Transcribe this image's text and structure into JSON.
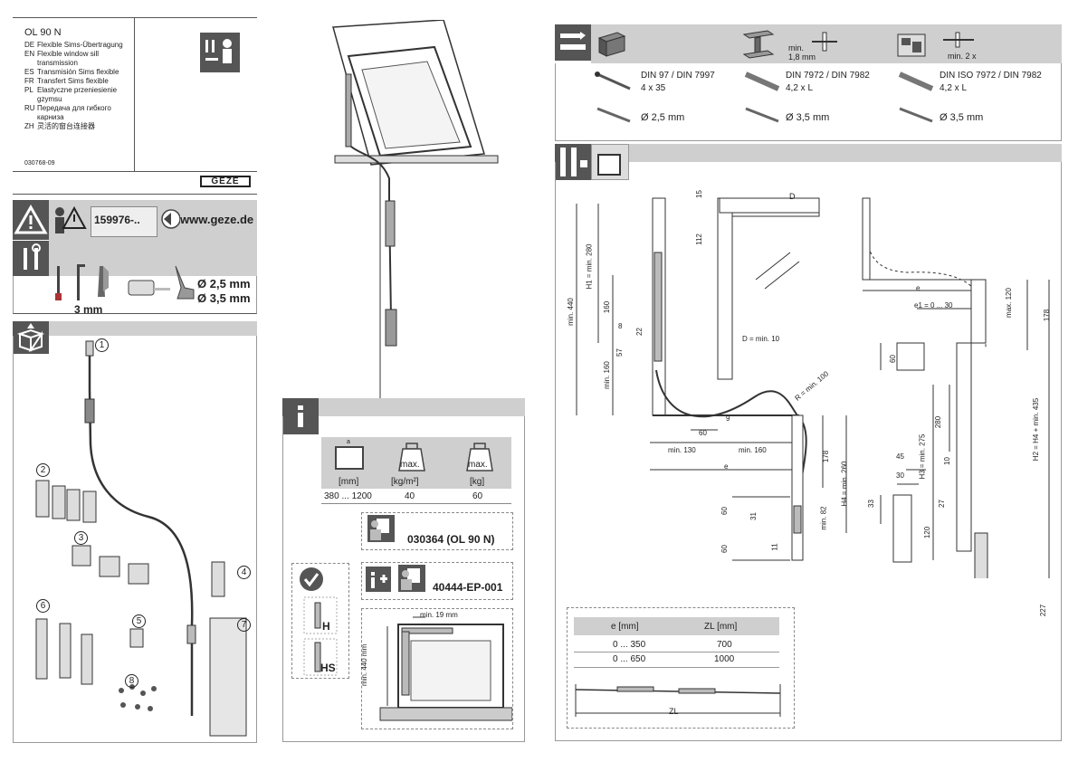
{
  "header": {
    "product": "OL 90 N",
    "languages": [
      {
        "code": "DE",
        "text": "Flexible Sims-Übertragung"
      },
      {
        "code": "EN",
        "text": "Flexible window sill"
      },
      {
        "code": "",
        "text": "transmission"
      },
      {
        "code": "ES",
        "text": "Transmisión Sims flexible"
      },
      {
        "code": "FR",
        "text": "Transfert Sims flexible"
      },
      {
        "code": "PL",
        "text": "Elastyczne przeniesienie"
      },
      {
        "code": "",
        "text": "gzymsu"
      },
      {
        "code": "RU",
        "text": "Передача для гибкого"
      },
      {
        "code": "",
        "text": "карниза"
      },
      {
        "code": "ZH",
        "text": "灵活的窗台连接器"
      }
    ],
    "doc_number": "030768-09",
    "brand": "GEZE"
  },
  "safety": {
    "doc_ref": "159976-..",
    "website": "www.geze.de",
    "tool_size": "3 mm",
    "drill1": "Ø 2,5 mm",
    "drill2": "Ø 3,5 mm"
  },
  "parts": [
    "1",
    "2",
    "3",
    "4",
    "5",
    "6",
    "7",
    "8"
  ],
  "info": {
    "col_a": "a",
    "max1": "max.",
    "max2": "max.",
    "unit_mm": "[mm]",
    "unit_kgm2": "[kg/m²]",
    "unit_kg": "[kg]",
    "val_mm": "380 ... 1200",
    "val_kgm2": "40",
    "val_kg": "60",
    "ref1": "030364 (OL 90 N)",
    "ref2": "40444-EP-001",
    "h_label": "H",
    "hs_label": "HS",
    "min19": "min. 19 mm",
    "min440": "min. 440 mm"
  },
  "screws": {
    "min18": "min.",
    "min18b": "1,8 mm",
    "min2x": "min. 2 x",
    "col1_norm": "DIN 97 / DIN 7997",
    "col1_size": "4 x 35",
    "col2_norm": "DIN 7972 / DIN 7982",
    "col2_size": "4,2 x L",
    "col3_norm": "DIN ISO 7972  / DIN 7982",
    "col3_size": "4,2 x L",
    "drill1": "Ø 2,5 mm",
    "drill2": "Ø 3,5 mm",
    "drill3": "Ø 3,5 mm"
  },
  "dims": {
    "d15": "15",
    "dD": "D",
    "d112": "112",
    "dH1": "H1 = min. 280",
    "dmin440": "min. 440",
    "d160a": "160",
    "d8": "8",
    "d22": "22",
    "d57": "57",
    "dDmin10": "D = min. 10",
    "dmin160": "min. 160",
    "dR": "R = min. 100",
    "d9": "9",
    "d60a": "60",
    "dmin130": "min. 130",
    "dmin160b": "min. 160",
    "de": "e",
    "d178a": "178",
    "dH4": "H4 = min. 260",
    "d60b": "60",
    "d31": "31",
    "dmin82": "min. 82",
    "d11": "11",
    "d60c": "60",
    "de2": "e",
    "de1": "e1 = 0 ... 30",
    "dmax120": "max. 120",
    "d178b": "178",
    "d60d": "60",
    "d280": "280",
    "dH3": "H3 = min. 275",
    "d10": "10",
    "d45": "45",
    "d30": "30",
    "d33": "33",
    "d27": "27",
    "d120": "120",
    "dH2": "H2  = H4 + min. 435",
    "d227": "227"
  },
  "zl_table": {
    "headers": [
      "e [mm]",
      "ZL [mm]"
    ],
    "rows": [
      [
        "0 ... 350",
        "700"
      ],
      [
        "0 ... 650",
        "1000"
      ]
    ],
    "zl_label": "ZL"
  }
}
